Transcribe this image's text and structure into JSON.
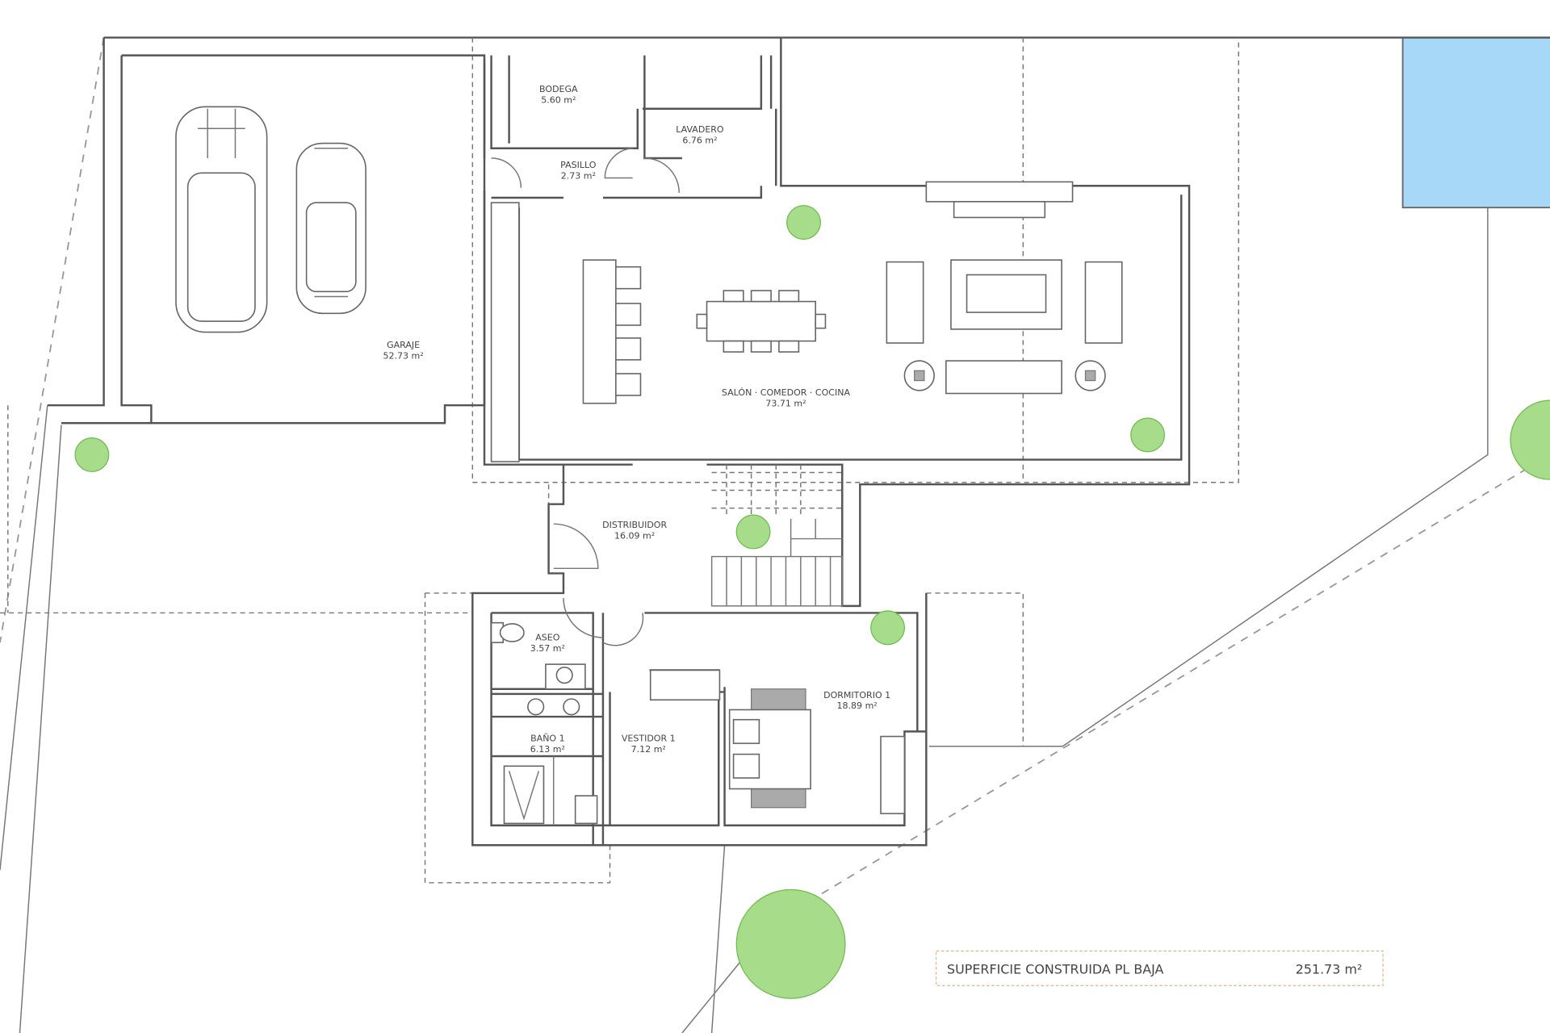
{
  "rooms": [
    {
      "name": "BODEGA",
      "area": "5.60 m²"
    },
    {
      "name": "LAVADERO",
      "area": "6.76 m²"
    },
    {
      "name": "PASILLO",
      "area": "2.73 m²"
    },
    {
      "name": "GARAJE",
      "area": "52.73 m²"
    },
    {
      "name": "SALÓN · COMEDOR · COCINA",
      "area": "73.71 m²"
    },
    {
      "name": "DISTRIBUIDOR",
      "area": "16.09 m²"
    },
    {
      "name": "ASEO",
      "area": "3.57 m²"
    },
    {
      "name": "BAÑO 1",
      "area": "6.13 m²"
    },
    {
      "name": "VESTIDOR 1",
      "area": "7.12 m²"
    },
    {
      "name": "DORMITORIO 1",
      "area": "18.89 m²"
    }
  ],
  "summary": {
    "label": "SUPERFICIE CONSTRUIDA PL BAJA",
    "value": "251.73 m²"
  },
  "colors": {
    "pool": "#a8d8f8",
    "vegetation": "#a6dc8a",
    "walls": "#555555",
    "summary_border": "#e6b48a"
  }
}
